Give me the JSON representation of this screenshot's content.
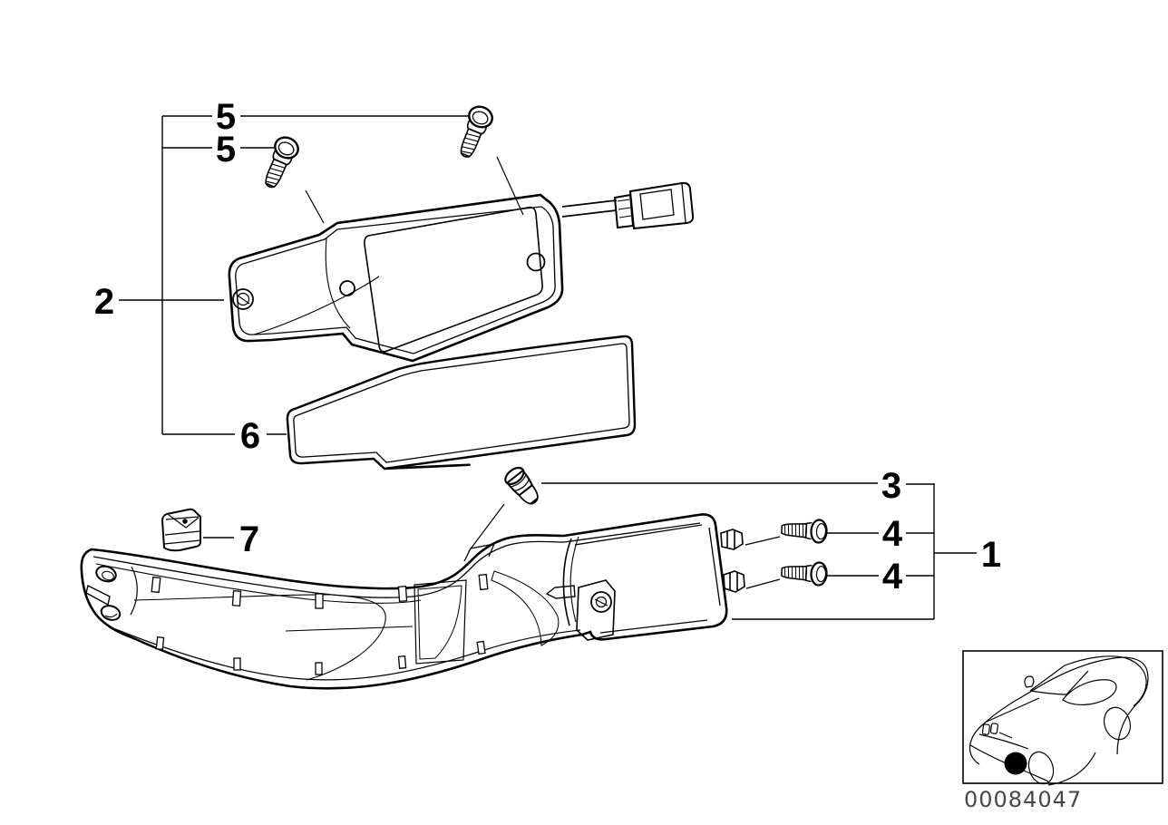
{
  "diagram": {
    "type": "exploded-parts-diagram",
    "background_color": "#ffffff",
    "line_color": "#000000",
    "callouts": [
      {
        "id": "callout-5-upper",
        "label": "5"
      },
      {
        "id": "callout-5-lower",
        "label": "5"
      },
      {
        "id": "callout-2",
        "label": "2"
      },
      {
        "id": "callout-6",
        "label": "6"
      },
      {
        "id": "callout-7",
        "label": "7"
      },
      {
        "id": "callout-3",
        "label": "3"
      },
      {
        "id": "callout-4-upper",
        "label": "4"
      },
      {
        "id": "callout-4-lower",
        "label": "4"
      },
      {
        "id": "callout-1",
        "label": "1"
      }
    ],
    "inset": {
      "icon": "car-location-icon",
      "caption": "00084047"
    }
  }
}
